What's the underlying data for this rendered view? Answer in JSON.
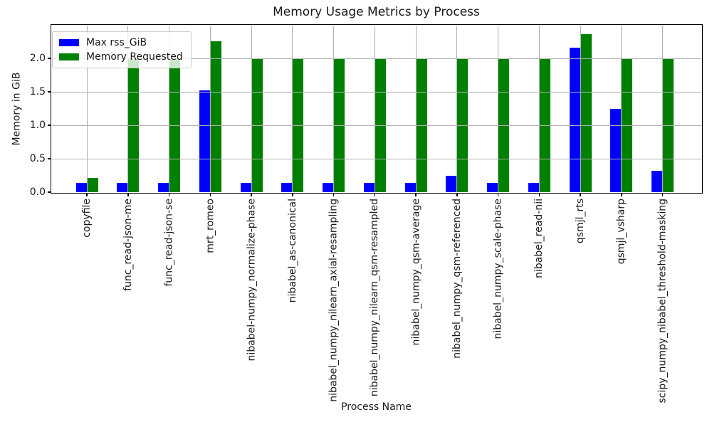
{
  "chart_data": {
    "type": "bar",
    "title": "Memory Usage Metrics by Process",
    "xlabel": "Process Name",
    "ylabel": "Memory in GiB",
    "categories": [
      "copyfile",
      "func_read-json-me",
      "func_read-json-se",
      "mrt_romeo",
      "nibabel-numpy_normalize-phase",
      "nibabel_as-canonical",
      "nibabel_numpy_nilearn_axial-resampling",
      "nibabel_numpy_nilearn_qsm-resampled",
      "nibabel_numpy_qsm-average",
      "nibabel_numpy_qsm-referenced",
      "nibabel_numpy_scale-phase",
      "nibabel_read-nii",
      "qsmjl_rts",
      "qsmjl_vsharp",
      "scipy_numpy_nibabel_threshold-masking"
    ],
    "series": [
      {
        "name": "Max rss_GiB",
        "color": "#0000ff",
        "values": [
          0.14,
          0.14,
          0.14,
          1.52,
          0.14,
          0.14,
          0.14,
          0.14,
          0.14,
          0.25,
          0.14,
          0.14,
          2.16,
          1.25,
          0.32
        ]
      },
      {
        "name": "Memory Requested",
        "color": "#008000",
        "values": [
          0.21,
          2.0,
          2.0,
          2.26,
          2.0,
          2.0,
          2.0,
          2.0,
          2.0,
          2.0,
          2.0,
          2.0,
          2.36,
          2.0,
          2.0
        ]
      }
    ],
    "yticks": [
      0.0,
      0.5,
      1.0,
      1.5,
      2.0
    ],
    "ylim": [
      0,
      2.49
    ],
    "grid": true,
    "grid_color": "#b0b0b0",
    "legend_position": "upper left"
  }
}
